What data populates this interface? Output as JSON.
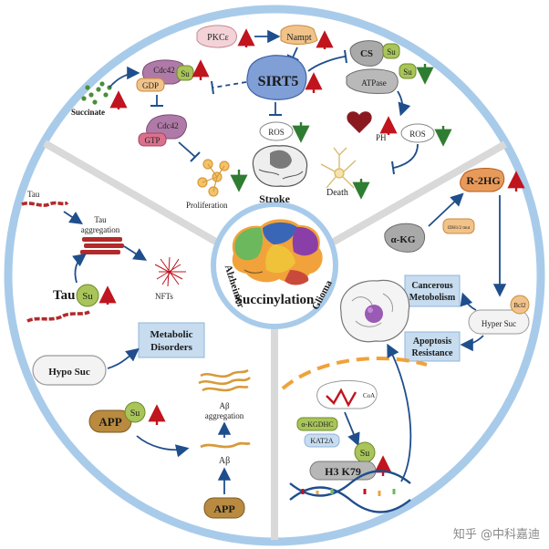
{
  "center": {
    "title": "Succinylation"
  },
  "sectors": {
    "stroke": "Stroke",
    "alzheimer": "Alzheimer",
    "glioma": "Glioma"
  },
  "stroke": {
    "pkc": "PKCε",
    "nampt": "Nampt",
    "sirt5": "SIRT5",
    "cs": "CS",
    "su": "Su",
    "atpase": "ATPase",
    "cdc42": "Cdc42",
    "gdp": "GDP",
    "gtp": "GTP",
    "succinate": "Succinate",
    "ros": "ROS",
    "ph": "PH",
    "proliferation": "Proliferation",
    "death": "Death"
  },
  "alz": {
    "tau_small": "Tau",
    "tau_aggregation": [
      "Tau",
      "aggregation"
    ],
    "nfts": "NFTs",
    "tau": "Tau",
    "su": "Su",
    "metabolic_disorders": [
      "Metabolic",
      "Disorders"
    ],
    "hypo_suc": "Hypo Suc",
    "ab_aggregation": [
      "Aβ",
      "aggregation"
    ],
    "app": "APP",
    "ab": "Aβ"
  },
  "glioma": {
    "r2hg": "R-2HG",
    "akg": "α-KG",
    "idh": "IDH1/2 mut",
    "cancerous": [
      "Cancerous",
      "Metobolism"
    ],
    "bcl2": "Bcl2",
    "hyper_suc": "Hyper Suc",
    "apoptosis": [
      "Apoptosis",
      "Resistance"
    ],
    "coa": "CoA",
    "akgdhc": "α-KGDHC",
    "kat2a": "KAT2A",
    "su": "Su",
    "h3k79": "H3 K79"
  },
  "watermark": "知乎 @中科嘉迪",
  "colors": {
    "ring": "#a9cbea",
    "divider": "#d9d9d9",
    "up_arrow": "#c0141e",
    "down_arrow": "#2f7d32",
    "flow_arrow": "#1f4e8c",
    "su_badge": "#a9c55a",
    "cdc42": "#b07aa8",
    "cs": "#a9a9a9",
    "box": "#c7dcef",
    "app": "#b98a3f",
    "dash": "#f0a23a"
  }
}
